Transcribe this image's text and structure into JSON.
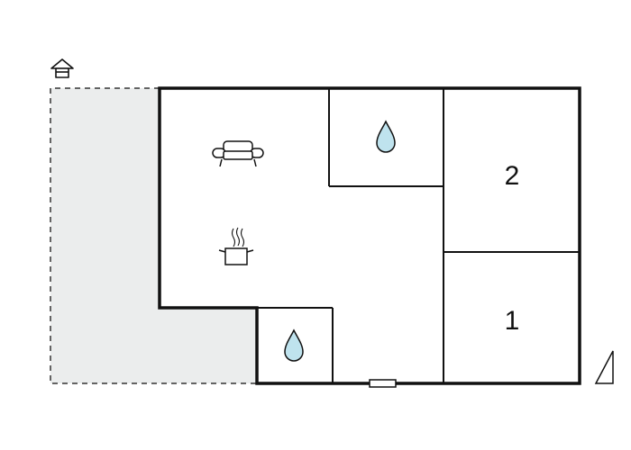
{
  "floorplan": {
    "rooms": [
      {
        "id": "bedroom-2",
        "label": "2"
      },
      {
        "id": "bedroom-1",
        "label": "1"
      },
      {
        "id": "bathroom-top",
        "icon": "water-drop-icon"
      },
      {
        "id": "bathroom-bottom",
        "icon": "water-drop-icon"
      },
      {
        "id": "living-area",
        "icons": [
          "sofa-icon",
          "cooking-pot-icon"
        ]
      }
    ],
    "icons": [
      "house-icon",
      "sofa-icon",
      "cooking-pot-icon",
      "water-drop-icon",
      "north-arrow-icon"
    ],
    "colors": {
      "wall": "#111111",
      "terrace_fill": "#ebeded",
      "water": "#bfe3ee",
      "background": "#ffffff"
    }
  }
}
